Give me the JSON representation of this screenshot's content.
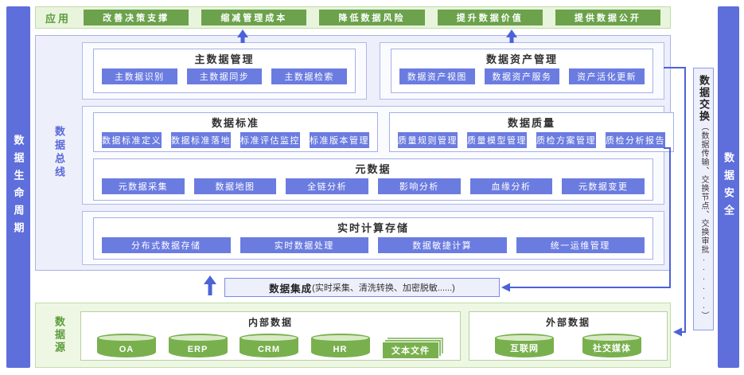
{
  "left_bar": {
    "label": "数据生命周期"
  },
  "app_bar": {
    "label": "应用",
    "buttons": [
      "改善决策支撑",
      "缩减管理成本",
      "降低数据风险",
      "提升数据价值",
      "提供数据公开"
    ]
  },
  "bus": {
    "label": "数据总线",
    "groups": {
      "master": {
        "title": "主数据管理",
        "items": [
          "主数据识别",
          "主数据同步",
          "主数据检索"
        ]
      },
      "asset": {
        "title": "数据资产管理",
        "items": [
          "数据资产视图",
          "数据资产服务",
          "资产活化更新"
        ]
      },
      "standard": {
        "title": "数据标准",
        "items": [
          "数据标准定义",
          "数据标准落地",
          "标准评估监控",
          "标准版本管理"
        ]
      },
      "quality": {
        "title": "数据质量",
        "items": [
          "质量规则管理",
          "质量模型管理",
          "质检方案管理",
          "质检分析报告"
        ]
      },
      "metadata": {
        "title": "元数据",
        "items": [
          "元数据采集",
          "数据地图",
          "全链分析",
          "影响分析",
          "血缘分析",
          "元数据变更"
        ]
      },
      "realtime": {
        "title": "实时计算存储",
        "items": [
          "分布式数据存储",
          "实时数据处理",
          "数据敏捷计算",
          "统一运维管理"
        ]
      }
    }
  },
  "integration": {
    "title": "数据集成",
    "subtitle": "(实时采集、清洗转换、加密脱敏......)"
  },
  "source": {
    "label": "数据源",
    "internal": {
      "title": "内部数据",
      "cylinders": [
        "OA",
        "ERP",
        "CRM",
        "HR"
      ],
      "file_stack": "文本文件"
    },
    "external": {
      "title": "外部数据",
      "cylinders": [
        "互联网",
        "社交媒体"
      ]
    }
  },
  "exchange": {
    "title": "数据交换",
    "subtitle": "（数据传输、交换节点、交换审批......）"
  },
  "security_bar": {
    "label": "数据安全"
  },
  "colors": {
    "side_bar_blue": "#5e6edb",
    "green_button": "#6ba24b",
    "blue_button": "#6b7ce0",
    "bus_background": "#edeffa",
    "app_bar_background": "#e9f4dd",
    "source_background": "#eef7e3",
    "connector_blue": "#4d62d8",
    "cylinder_green": "#79b04e"
  }
}
